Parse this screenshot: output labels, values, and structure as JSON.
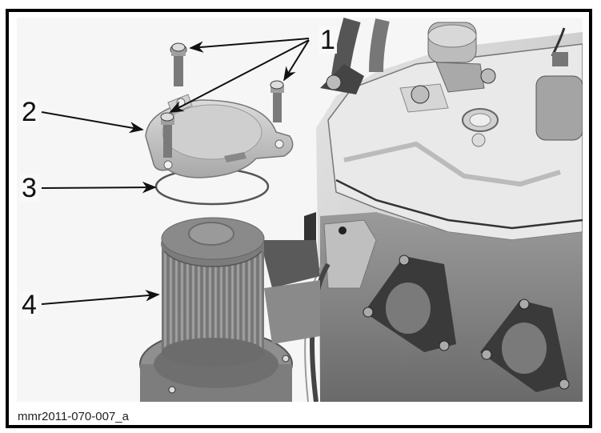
{
  "figure": {
    "caption": "mmr2011-070-007_a",
    "subject": "engine oil filter assembly exploded view",
    "callouts": [
      {
        "number": "1",
        "label": "Screws (oil filter cover bolts, x3)"
      },
      {
        "number": "2",
        "label": "Oil filter cover"
      },
      {
        "number": "3",
        "label": "O-ring"
      },
      {
        "number": "4",
        "label": "Oil filter"
      }
    ],
    "colors": {
      "border": "#000000",
      "background": "#f6f6f6",
      "line_art": "#111111"
    }
  }
}
